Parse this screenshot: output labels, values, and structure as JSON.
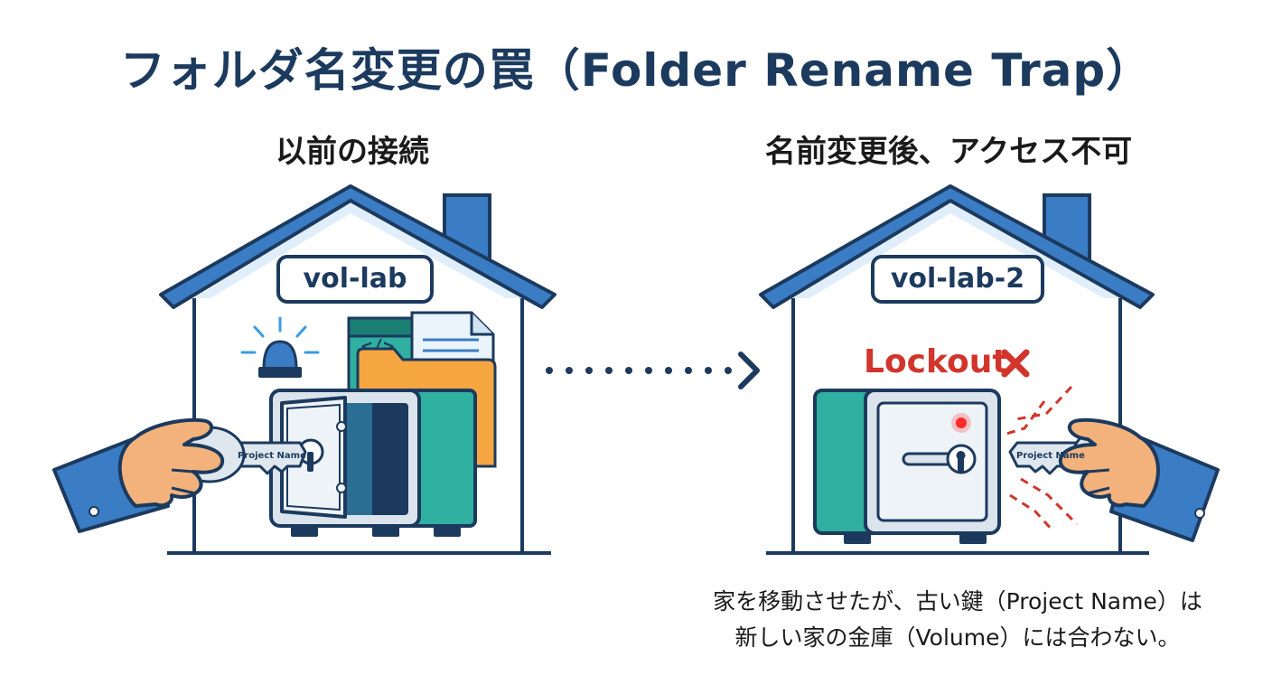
{
  "title": "フォルダ名変更の罠（Folder Rename Trap）",
  "left_panel": {
    "heading": "以前の接続",
    "sign_label": "vol-lab",
    "key_label": "Project Name"
  },
  "right_panel": {
    "heading": "名前変更後、アクセス不可",
    "sign_label": "vol-lab-2",
    "status_label": "Lockout",
    "key_label": "Project Name"
  },
  "caption": {
    "line1": "家を移動させたが、古い鍵（Project Name）は",
    "line2": "新しい家の金庫（Volume）には合わない。"
  },
  "colors": {
    "navy": "#1c3a5e",
    "roof_blue": "#3b7dc4",
    "teal": "#2fb0a0",
    "orange": "#f5a640",
    "red": "#d1352b",
    "skin": "#f3b27c"
  }
}
